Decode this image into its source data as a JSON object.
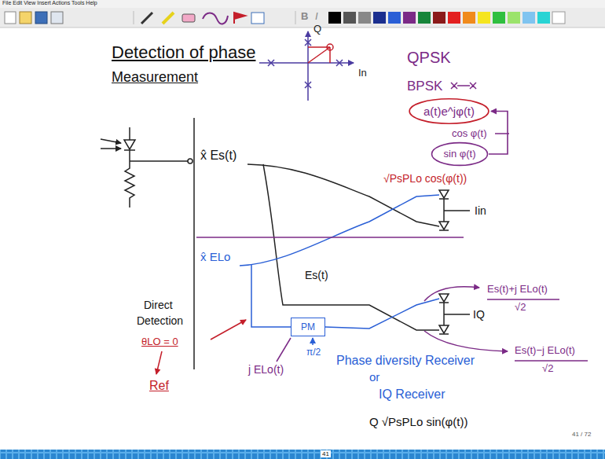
{
  "diagram": {
    "nodes": [
      {
        "text": [
          "a(t)e^jφ(t)"
        ]
      },
      {
        "text": [
          "sin φ(t)"
        ]
      },
      {
        "text": [
          "PM"
        ]
      }
    ],
    "edges": [
      {
        "from": 1,
        "to": 0,
        "arrow": "to"
      }
    ],
    "labels": [
      "File Edit View Insert Actions Tools Help",
      "B",
      "I",
      "Detection of phase",
      "Measurement",
      "Q",
      "In",
      "QPSK",
      "BPSK",
      "cos φ(t)",
      "x̂ Es(t)",
      "√PsPLo cos(φ(t))",
      "Iin",
      "x̂ ELo",
      "Es(t)",
      "IQ",
      "Es(t)+j ELo(t)",
      "√2",
      "Es(t)−j ELo(t)",
      "√2",
      "Direct",
      "Detection",
      "θLO = 0",
      "Ref",
      "π/2",
      "j ELo(t)",
      "Phase diversity Receiver",
      "or",
      "IQ Receiver",
      "Q √PsPLo sin(φ(t))",
      "41 / 72",
      "41"
    ]
  }
}
